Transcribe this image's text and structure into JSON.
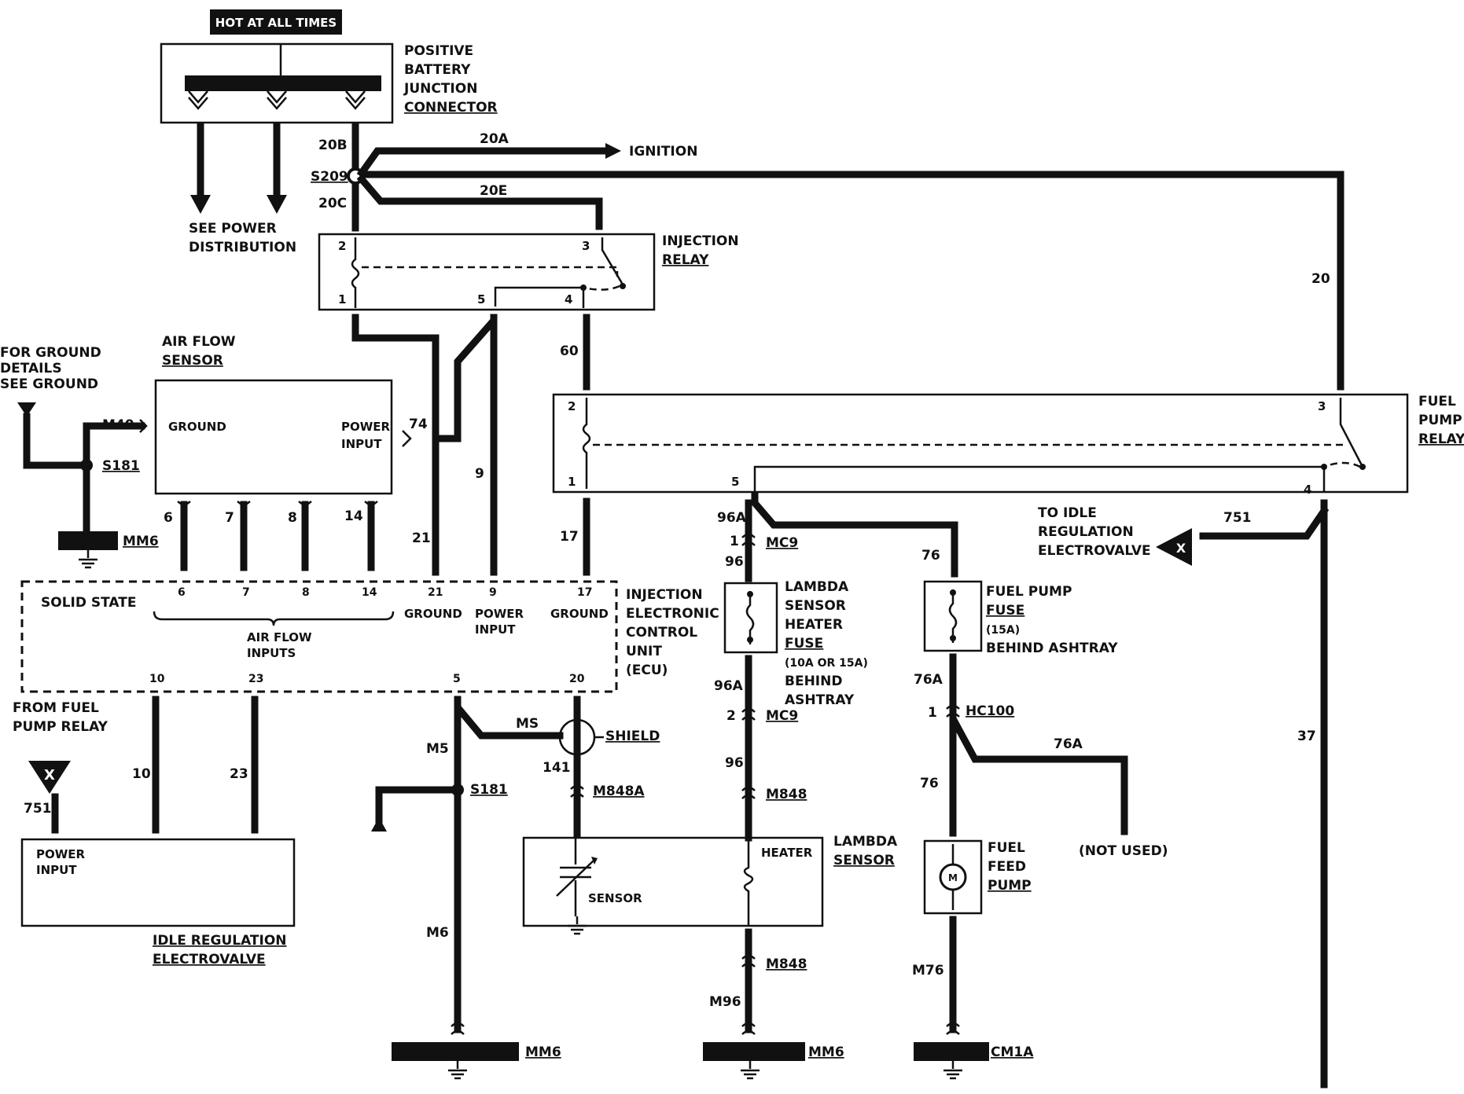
{
  "banner": "HOT AT ALL TIMES",
  "battery_junction": {
    "lines": [
      "POSITIVE",
      "BATTERY",
      "JUNCTION",
      "CONNECTOR"
    ]
  },
  "see_power": [
    "SEE POWER",
    "DISTRIBUTION"
  ],
  "ignition": "IGNITION",
  "splice_s209": "S209",
  "injection_relay": {
    "lines": [
      "INJECTION",
      "RELAY"
    ],
    "pins": [
      "2",
      "3",
      "1",
      "5",
      "4"
    ]
  },
  "fuel_pump_relay": {
    "lines": [
      "FUEL",
      "PUMP",
      "RELAY"
    ],
    "pins": [
      "2",
      "3",
      "1",
      "5",
      "4"
    ]
  },
  "ground_details": [
    "FOR GROUND",
    "DETAILS",
    "SEE GROUND"
  ],
  "air_flow_sensor": {
    "lines": [
      "AIR FLOW",
      "SENSOR"
    ],
    "ground": "GROUND",
    "power_input": [
      "POWER",
      "INPUT"
    ]
  },
  "splice_s181": "S181",
  "ground_mm6": "MM6",
  "ecu": {
    "solid_state": "SOLID STATE",
    "air_flow_inputs": [
      "AIR FLOW",
      "INPUTS"
    ],
    "ground": "GROUND",
    "power_input": [
      "POWER",
      "INPUT"
    ],
    "name_lines": [
      "INJECTION",
      "ELECTRONIC",
      "CONTROL",
      "UNIT",
      "(ECU)"
    ],
    "top_pins": [
      "6",
      "7",
      "8",
      "14",
      "21",
      "9",
      "17"
    ],
    "bottom_pins": [
      "10",
      "23",
      "5",
      "20"
    ]
  },
  "from_fuel_pump_relay": [
    "FROM FUEL",
    "PUMP RELAY"
  ],
  "connector_x": "X",
  "idle_valve": {
    "power_input": [
      "POWER",
      "INPUT"
    ],
    "lines": [
      "IDLE REGULATION",
      "ELECTROVALVE"
    ]
  },
  "to_idle": [
    "TO IDLE",
    "REGULATION",
    "ELECTROVALVE"
  ],
  "shield": "SHIELD",
  "lambda_fuse": {
    "lines": [
      "LAMBDA",
      "SENSOR",
      "HEATER",
      "FUSE"
    ],
    "rating": "(10A OR 15A)",
    "location": [
      "BEHIND",
      "ASHTRAY"
    ]
  },
  "fuel_pump_fuse": {
    "lines": [
      "FUEL PUMP",
      "FUSE"
    ],
    "rating": "(15A)",
    "location": "BEHIND ASHTRAY"
  },
  "lambda_sensor": {
    "lines": [
      "LAMBDA",
      "SENSOR"
    ],
    "heater": "HEATER",
    "sensor": "SENSOR"
  },
  "fuel_feed_pump": {
    "lines": [
      "FUEL",
      "FEED",
      "PUMP"
    ],
    "motor": "M"
  },
  "not_used": "(NOT USED)",
  "connectors": {
    "mc9": "MC9",
    "hc100": "HC100",
    "m848": "M848",
    "m848a": "M848A",
    "cm1a": "CM1A"
  },
  "wires": {
    "w20b": "20B",
    "w20a": "20A",
    "w20c": "20C",
    "w20e": "20E",
    "w20": "20",
    "w60": "60",
    "w74": "74",
    "w9": "9",
    "w21": "21",
    "w17": "17",
    "w6": "6",
    "w7": "7",
    "w8": "8",
    "w14": "14",
    "w96a": "96A",
    "w96": "96",
    "w76": "76",
    "w76a": "76A",
    "w751": "751",
    "w37": "37",
    "w10": "10",
    "w23": "23",
    "w141": "141",
    "m40": "M40",
    "ms": "MS",
    "m5": "M5",
    "m6": "M6",
    "m96": "M96",
    "m76": "M76",
    "pin1": "1",
    "pin2": "2"
  }
}
